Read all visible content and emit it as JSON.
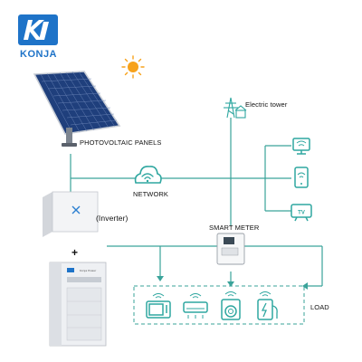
{
  "brand": {
    "name": "KONJA",
    "color": "#1e73c8"
  },
  "colors": {
    "line": "#3aa39a",
    "device": "#2fa7a0",
    "sun": "#f7a21b"
  },
  "labels": {
    "pv_panels": "PHOTOVOLTAIC PANELS",
    "network": "NETWORK",
    "inverter": "(Inverter)",
    "electric_tower": "Electric tower",
    "smart_meter": "SMART METER",
    "load": "LOAD",
    "plus": "+",
    "tv": "TV"
  },
  "battery": {
    "brand_text": "Konja Power"
  },
  "icons": {
    "sun": "sun-icon",
    "network": "wifi-cloud-icon",
    "tower": "electric-tower-icon",
    "devices": [
      "monitor-icon",
      "smartphone-icon",
      "tv-icon"
    ],
    "appliances": [
      "microwave-icon",
      "air-conditioner-icon",
      "washing-machine-icon",
      "ev-charger-icon"
    ]
  }
}
